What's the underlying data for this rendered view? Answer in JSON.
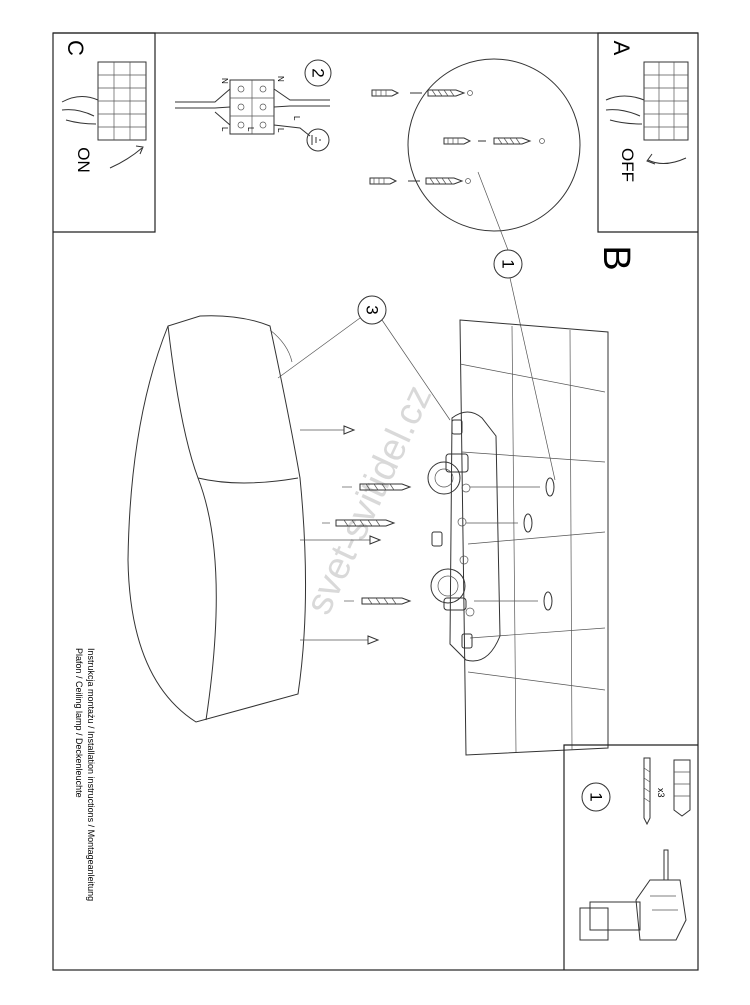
{
  "panels": {
    "A": {
      "letter": "A",
      "state": "OFF"
    },
    "C": {
      "letter": "C",
      "state": "ON"
    },
    "B": {
      "letter": "B"
    }
  },
  "wiring": {
    "step": "2",
    "terminals": [
      "N",
      "N",
      "L",
      "L",
      "L",
      "L"
    ]
  },
  "steps": {
    "one": "1",
    "three": "3"
  },
  "tool_panel": {
    "step": "1",
    "quantity": "x3"
  },
  "caption": {
    "line1": "Instrukcja montażu / Installation instructions / Montageanleitung",
    "line2": "Plafon / Ceiling lamp / Deckenleuchte"
  },
  "watermark": "svet-svitidel.cz",
  "colors": {
    "line": "#333333",
    "watermark": "#d9d9d9"
  }
}
